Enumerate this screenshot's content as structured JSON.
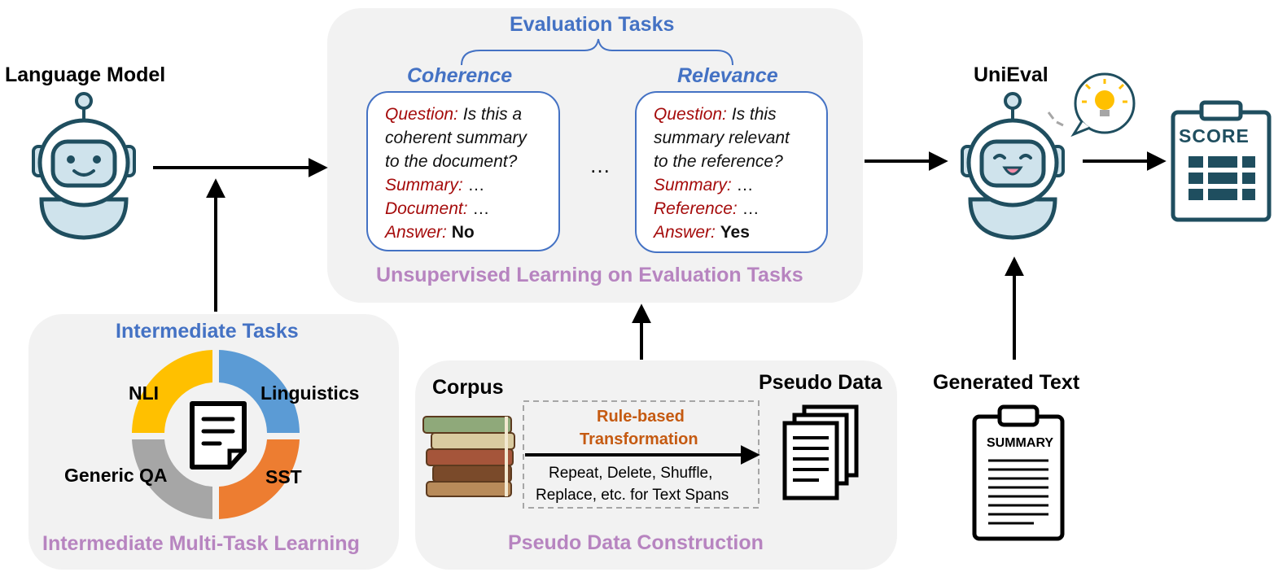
{
  "language_model": {
    "label": "Language Model"
  },
  "evaluation": {
    "title": "Evaluation Tasks",
    "caption": "Unsupervised Learning on Evaluation Tasks",
    "ellipsis": "…",
    "coherence": {
      "title": "Coherence",
      "question_label": "Question:",
      "q1": "Is this a",
      "q2": "coherent summary",
      "q3": "to the document?",
      "summary_label": "Summary:",
      "summary_value": "…",
      "doc_label": "Document:",
      "doc_value": "…",
      "answer_label": "Answer:",
      "answer_value": "No"
    },
    "relevance": {
      "title": "Relevance",
      "question_label": "Question:",
      "q1": "Is this",
      "q2": "summary relevant",
      "q3": "to the reference?",
      "summary_label": "Summary:",
      "summary_value": "…",
      "ref_label": "Reference:",
      "ref_value": "…",
      "answer_label": "Answer:",
      "answer_value": "Yes"
    }
  },
  "unieval": {
    "label": "UniEval"
  },
  "score": {
    "label": "SCORE"
  },
  "intermediate": {
    "title": "Intermediate Tasks",
    "caption": "Intermediate Multi-Task Learning",
    "tasks": {
      "nli": "NLI",
      "linguistics": "Linguistics",
      "generic_qa": "Generic QA",
      "sst": "SST"
    }
  },
  "pseudo": {
    "corpus": "Corpus",
    "pseudo_data": "Pseudo Data",
    "rule1": "Rule-based",
    "rule2": "Transformation",
    "ops1": "Repeat, Delete, Shuffle,",
    "ops2": "Replace, etc. for Text Spans",
    "caption": "Pseudo Data Construction"
  },
  "generated": {
    "label": "Generated Text",
    "summary_label": "SUMMARY"
  },
  "colors": {
    "panel": "#F2F2F2",
    "blue": "#4472C4",
    "purple": "#B784C0",
    "orange": "#C55A11",
    "red": "#A50B0B",
    "robot": "#1F4E5F",
    "robot_face": "#CFE3EC",
    "ring_yellow": "#FFC000",
    "ring_blue": "#5B9BD5",
    "ring_gray": "#A6A6A6",
    "ring_orange": "#ED7D31"
  }
}
